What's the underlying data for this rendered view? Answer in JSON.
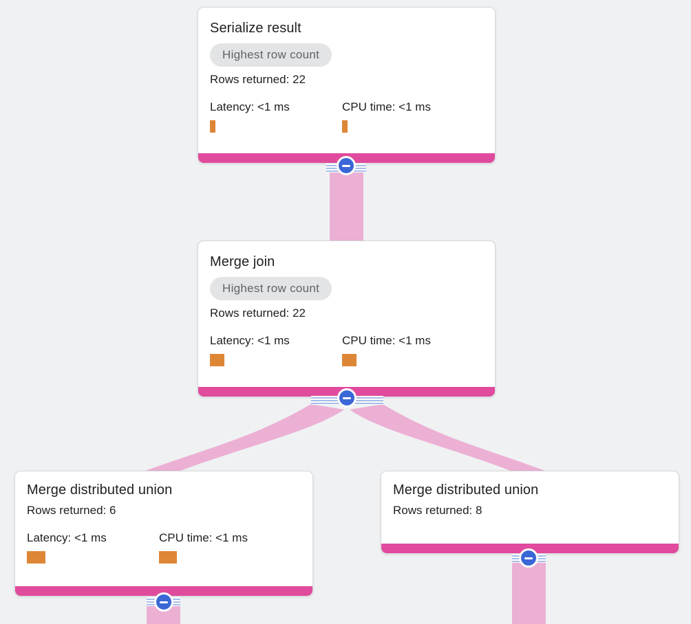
{
  "diagram": {
    "kind": "query-execution-plan",
    "background": "#f0f1f3"
  },
  "colors": {
    "node_accent_bar": "#e04b9d",
    "edge_ribbon": "#ecb0d4",
    "metric_bar": "#dd8636",
    "collapse_button": "#3b67d6",
    "stripe_line": "#a4bce9",
    "badge_background": "#e3e4e6",
    "badge_text": "#5f6368",
    "node_border": "#d9dadd",
    "text": "#202124"
  },
  "nodes": [
    {
      "title": "Serialize result",
      "badge": "Highest row count",
      "rows_returned": "Rows returned: 22",
      "latency_label": "Latency: <1 ms",
      "cpu_label": "CPU time: <1 ms",
      "latency_bar_w": 8,
      "cpu_bar_w": 8
    },
    {
      "title": "Merge join",
      "badge": "Highest row count",
      "rows_returned": "Rows returned: 22",
      "latency_label": "Latency: <1 ms",
      "cpu_label": "CPU time: <1 ms",
      "latency_bar_w": 21,
      "cpu_bar_w": 21
    },
    {
      "title": "Merge distributed union",
      "rows_returned": "Rows returned: 6",
      "latency_label": "Latency: <1 ms",
      "cpu_label": "CPU time: <1 ms",
      "latency_bar_w": 27,
      "cpu_bar_w": 26
    },
    {
      "title": "Merge distributed union",
      "rows_returned": "Rows returned: 8"
    }
  ],
  "edges": [
    {
      "from": "Serialize result",
      "to": "Merge join"
    },
    {
      "from": "Merge join",
      "to": "Merge distributed union (left)"
    },
    {
      "from": "Merge join",
      "to": "Merge distributed union (right)"
    },
    {
      "from": "Merge distributed union (left)",
      "to": "(continues below viewport)"
    },
    {
      "from": "Merge distributed union (right)",
      "to": "(continues below viewport)"
    }
  ]
}
